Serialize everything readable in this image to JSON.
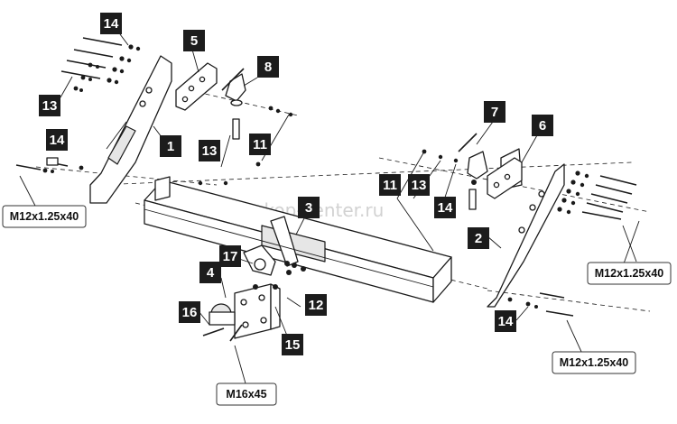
{
  "watermark": "farkop-center.ru",
  "part_labels": [
    {
      "id": "l14a",
      "text": "14"
    },
    {
      "id": "l5",
      "text": "5"
    },
    {
      "id": "l8",
      "text": "8"
    },
    {
      "id": "l13a",
      "text": "13"
    },
    {
      "id": "l14b",
      "text": "14"
    },
    {
      "id": "l1",
      "text": "1"
    },
    {
      "id": "l13b",
      "text": "13"
    },
    {
      "id": "l11a",
      "text": "11"
    },
    {
      "id": "l7",
      "text": "7"
    },
    {
      "id": "l6",
      "text": "6"
    },
    {
      "id": "l11b",
      "text": "11"
    },
    {
      "id": "l13c",
      "text": "13"
    },
    {
      "id": "l14c",
      "text": "14"
    },
    {
      "id": "l3",
      "text": "3"
    },
    {
      "id": "l2",
      "text": "2"
    },
    {
      "id": "l17",
      "text": "17"
    },
    {
      "id": "l4",
      "text": "4"
    },
    {
      "id": "l12",
      "text": "12"
    },
    {
      "id": "l16",
      "text": "16"
    },
    {
      "id": "l15",
      "text": "15"
    },
    {
      "id": "l14d",
      "text": "14"
    }
  ],
  "callouts": {
    "left_bolt": "M12x1.25x40",
    "right_upper_bolt": "M12x1.25x40",
    "right_lower_bolt": "M12x1.25x40",
    "ball_bolt": "M16x45"
  }
}
